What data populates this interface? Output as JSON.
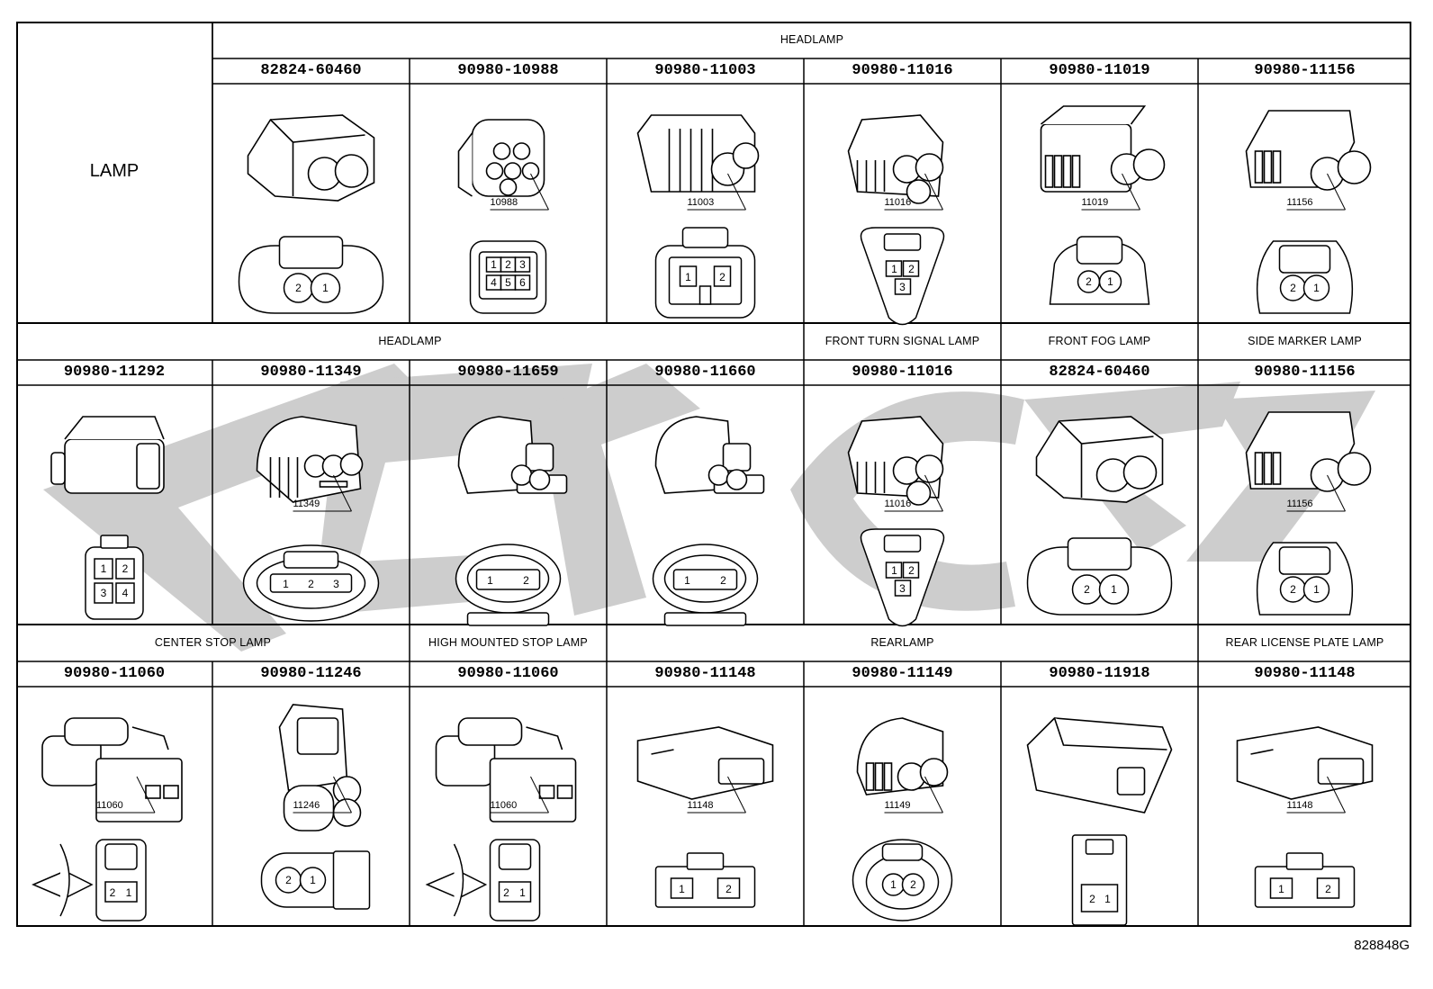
{
  "corner_label": "LAMP",
  "drawing_id": "828848G",
  "rows": [
    {
      "headers": [
        {
          "text": "HEADLAMP",
          "span": 6,
          "start": 1
        }
      ],
      "cells": [
        {
          "col": 0,
          "part": ""
        },
        {
          "col": 1,
          "part": "82824-60460",
          "shape": "A",
          "callout": "",
          "face": "2pin-round"
        },
        {
          "col": 2,
          "part": "90980-10988",
          "shape": "B",
          "callout": "10988",
          "face": "6pin"
        },
        {
          "col": 3,
          "part": "90980-11003",
          "shape": "C",
          "callout": "11003",
          "face": "2pin-square"
        },
        {
          "col": 4,
          "part": "90980-11016",
          "shape": "D",
          "callout": "11016",
          "face": "3pin-tri"
        },
        {
          "col": 5,
          "part": "90980-11019",
          "shape": "E",
          "callout": "11019",
          "face": "2pin-small"
        },
        {
          "col": 6,
          "part": "90980-11156",
          "shape": "F",
          "callout": "11156",
          "face": "2pin-wide"
        }
      ]
    },
    {
      "headers": [
        {
          "text": "HEADLAMP",
          "span": 4,
          "start": 0
        },
        {
          "text": "FRONT TURN SIGNAL LAMP",
          "span": 1,
          "start": 4
        },
        {
          "text": "FRONT FOG LAMP",
          "span": 1,
          "start": 5
        },
        {
          "text": "SIDE MARKER LAMP",
          "span": 1,
          "start": 6
        }
      ],
      "cells": [
        {
          "col": 0,
          "part": "90980-11292",
          "shape": "G",
          "callout": "",
          "face": "4pin"
        },
        {
          "col": 1,
          "part": "90980-11349",
          "shape": "H",
          "callout": "11349",
          "face": "3pin-oval"
        },
        {
          "col": 2,
          "part": "90980-11659",
          "shape": "I",
          "callout": "",
          "face": "2pin-oval"
        },
        {
          "col": 3,
          "part": "90980-11660",
          "shape": "I",
          "callout": "",
          "face": "2pin-oval"
        },
        {
          "col": 4,
          "part": "90980-11016",
          "shape": "D",
          "callout": "11016",
          "face": "3pin-tri"
        },
        {
          "col": 5,
          "part": "82824-60460",
          "shape": "A",
          "callout": "",
          "face": "2pin-round"
        },
        {
          "col": 6,
          "part": "90980-11156",
          "shape": "F",
          "callout": "11156",
          "face": "2pin-wide"
        }
      ]
    },
    {
      "headers": [
        {
          "text": "CENTER STOP LAMP",
          "span": 2,
          "start": 0
        },
        {
          "text": "HIGH MOUNTED STOP LAMP",
          "span": 1,
          "start": 2
        },
        {
          "text": "REARLAMP",
          "span": 3,
          "start": 3
        },
        {
          "text": "REAR LICENSE PLATE LAMP",
          "span": 1,
          "start": 6
        }
      ],
      "cells": [
        {
          "col": 0,
          "part": "90980-11060",
          "shape": "J",
          "callout": "11060",
          "face": "2pin-clip"
        },
        {
          "col": 1,
          "part": "90980-11246",
          "shape": "K",
          "callout": "11246",
          "face": "2pin-side"
        },
        {
          "col": 2,
          "part": "90980-11060",
          "shape": "J",
          "callout": "11060",
          "face": "2pin-clip"
        },
        {
          "col": 3,
          "part": "90980-11148",
          "shape": "L",
          "callout": "11148",
          "face": "2pin-flat"
        },
        {
          "col": 4,
          "part": "90980-11149",
          "shape": "M",
          "callout": "11149",
          "face": "2pin-ring"
        },
        {
          "col": 5,
          "part": "90980-11918",
          "shape": "N",
          "callout": "",
          "face": "2pin-tall"
        },
        {
          "col": 6,
          "part": "90980-11148",
          "shape": "L",
          "callout": "11148",
          "face": "2pin-flat"
        }
      ]
    }
  ],
  "watermark": {
    "color": "#c8c8c8"
  }
}
